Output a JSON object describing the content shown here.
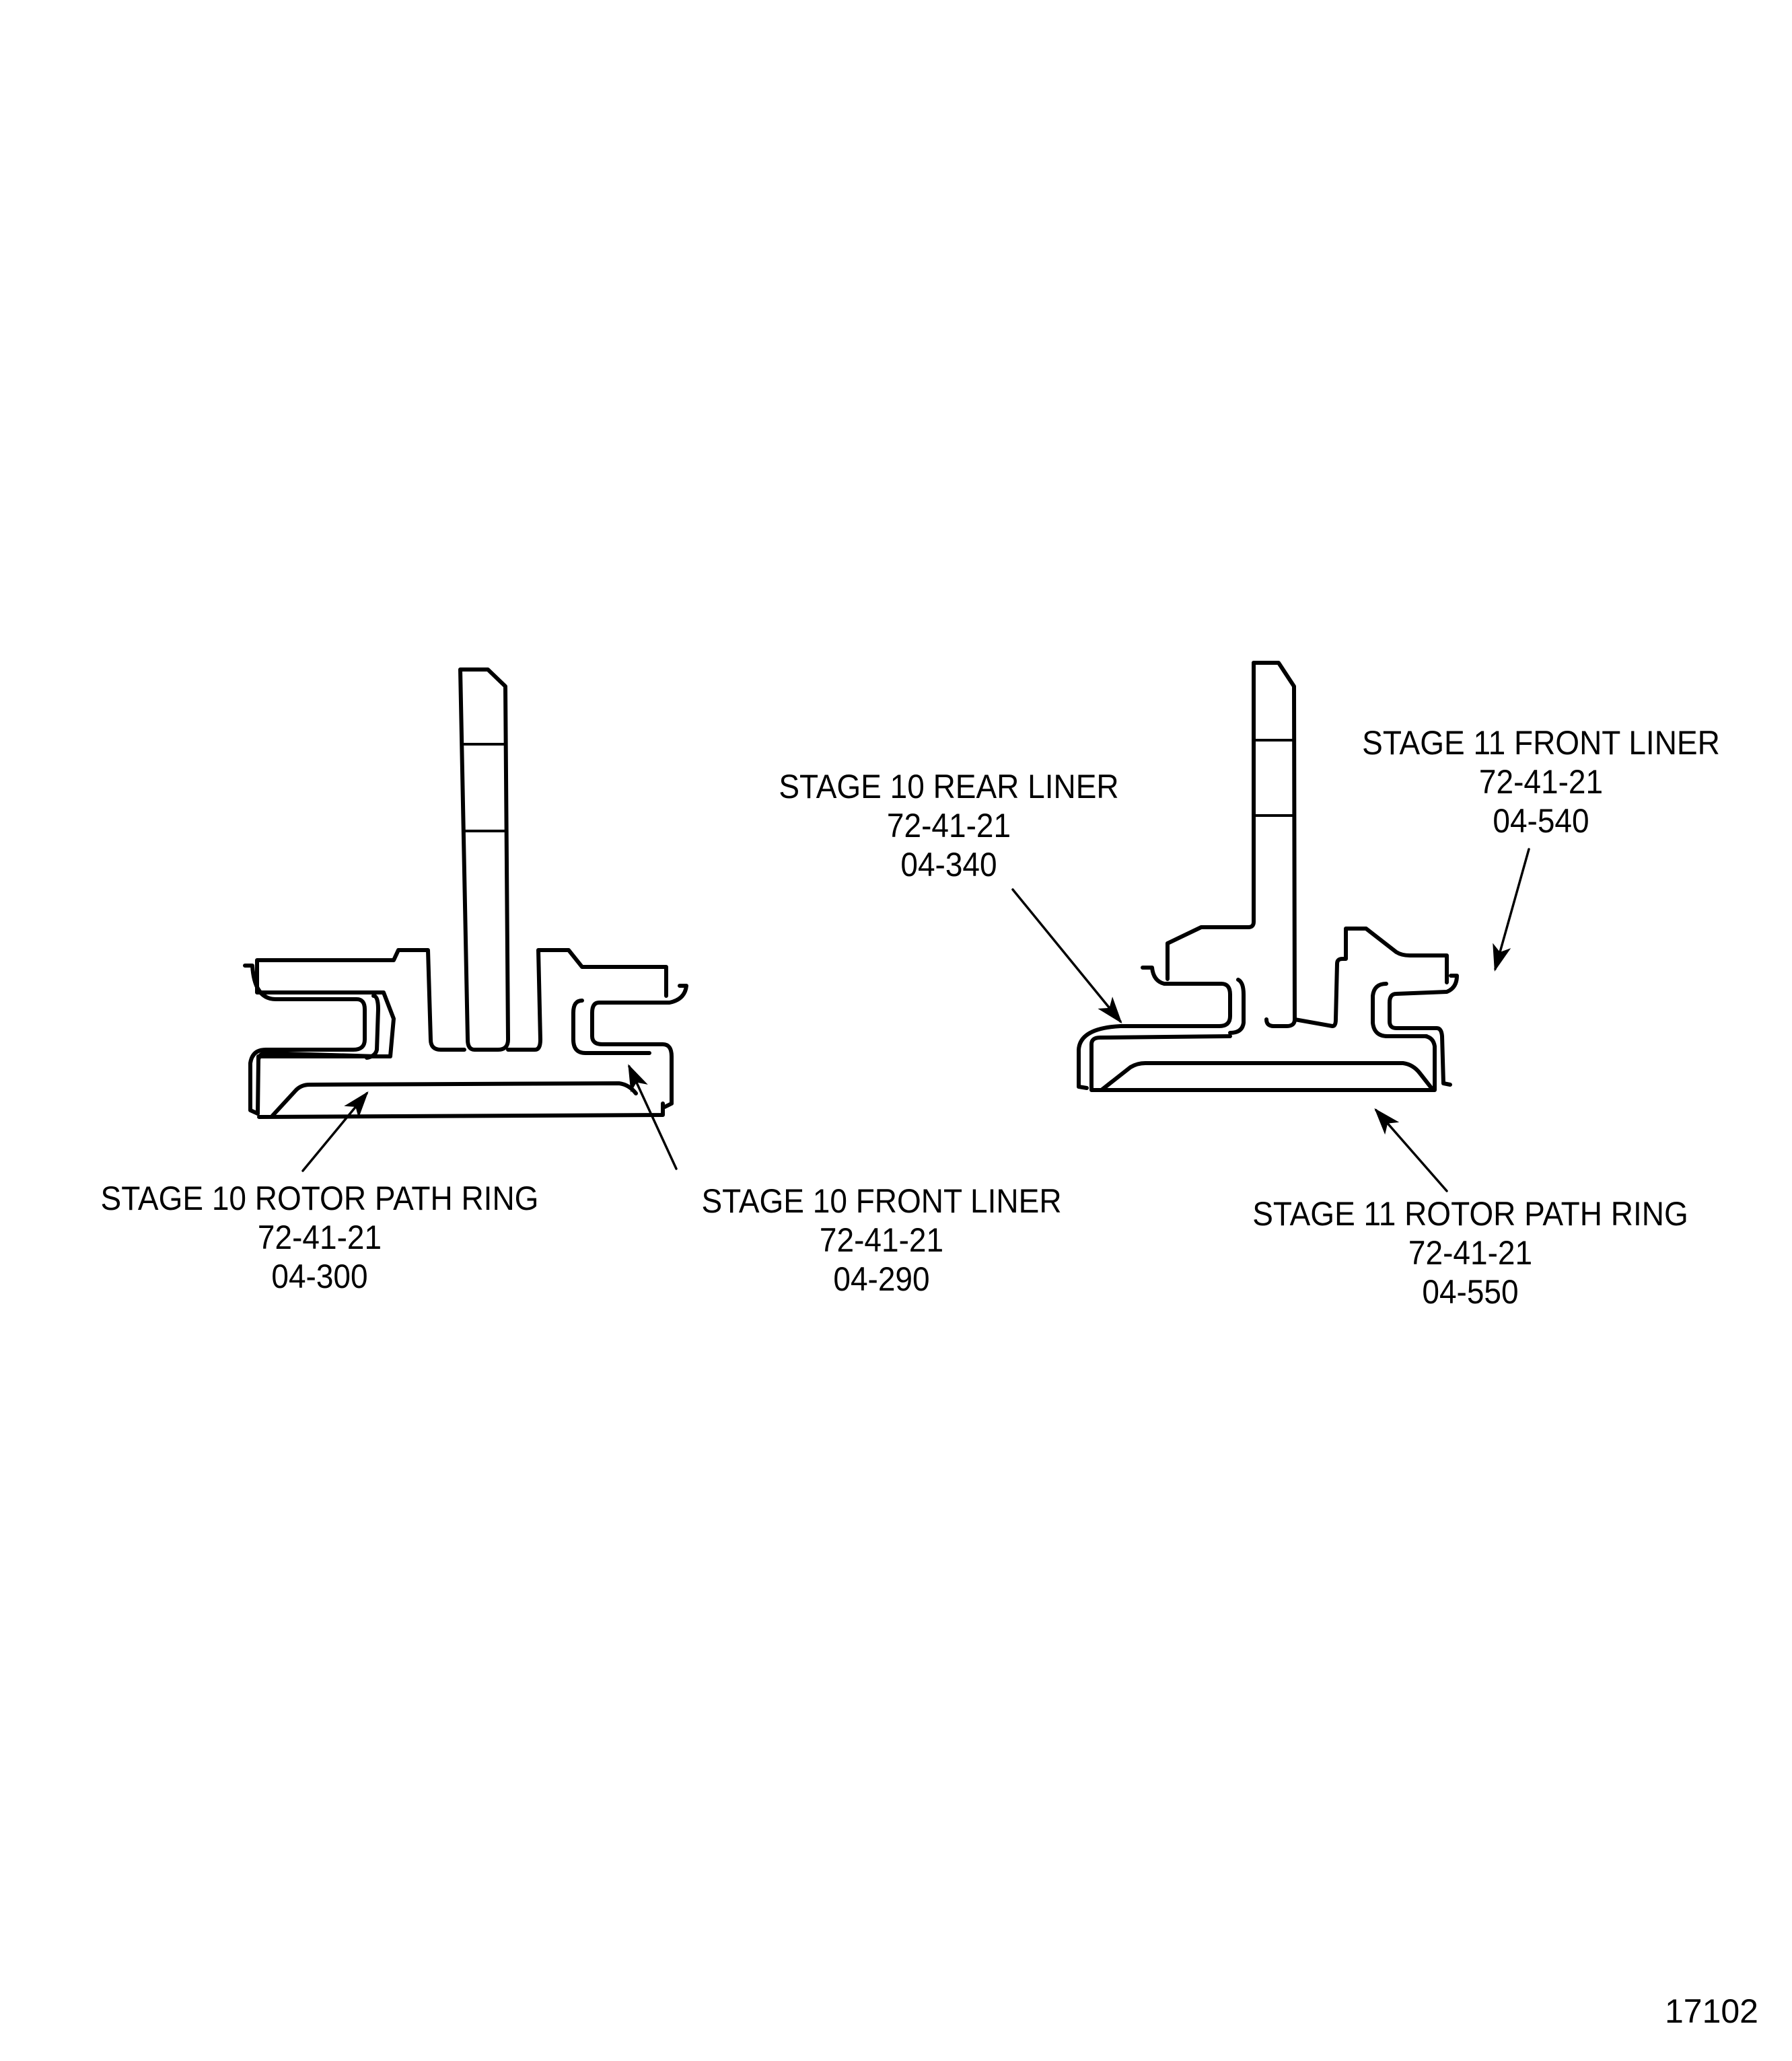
{
  "figure": {
    "number": "17102",
    "callouts": [
      {
        "id": "stage10-rotor-path-ring",
        "title": "STAGE 10 ROTOR PATH RING",
        "chapter": "72-41-21",
        "item": "04-300"
      },
      {
        "id": "stage10-front-liner",
        "title": "STAGE 10 FRONT LINER",
        "chapter": "72-41-21",
        "item": "04-290"
      },
      {
        "id": "stage10-rear-liner",
        "title": "STAGE 10 REAR LINER",
        "chapter": "72-41-21",
        "item": "04-340"
      },
      {
        "id": "stage11-front-liner",
        "title": "STAGE 11 FRONT LINER",
        "chapter": "72-41-21",
        "item": "04-540"
      },
      {
        "id": "stage11-rotor-path-ring",
        "title": "STAGE 11 ROTOR PATH RING",
        "chapter": "72-41-21",
        "item": "04-550"
      }
    ]
  },
  "colors": {
    "line": "#000000",
    "background": "#ffffff"
  }
}
